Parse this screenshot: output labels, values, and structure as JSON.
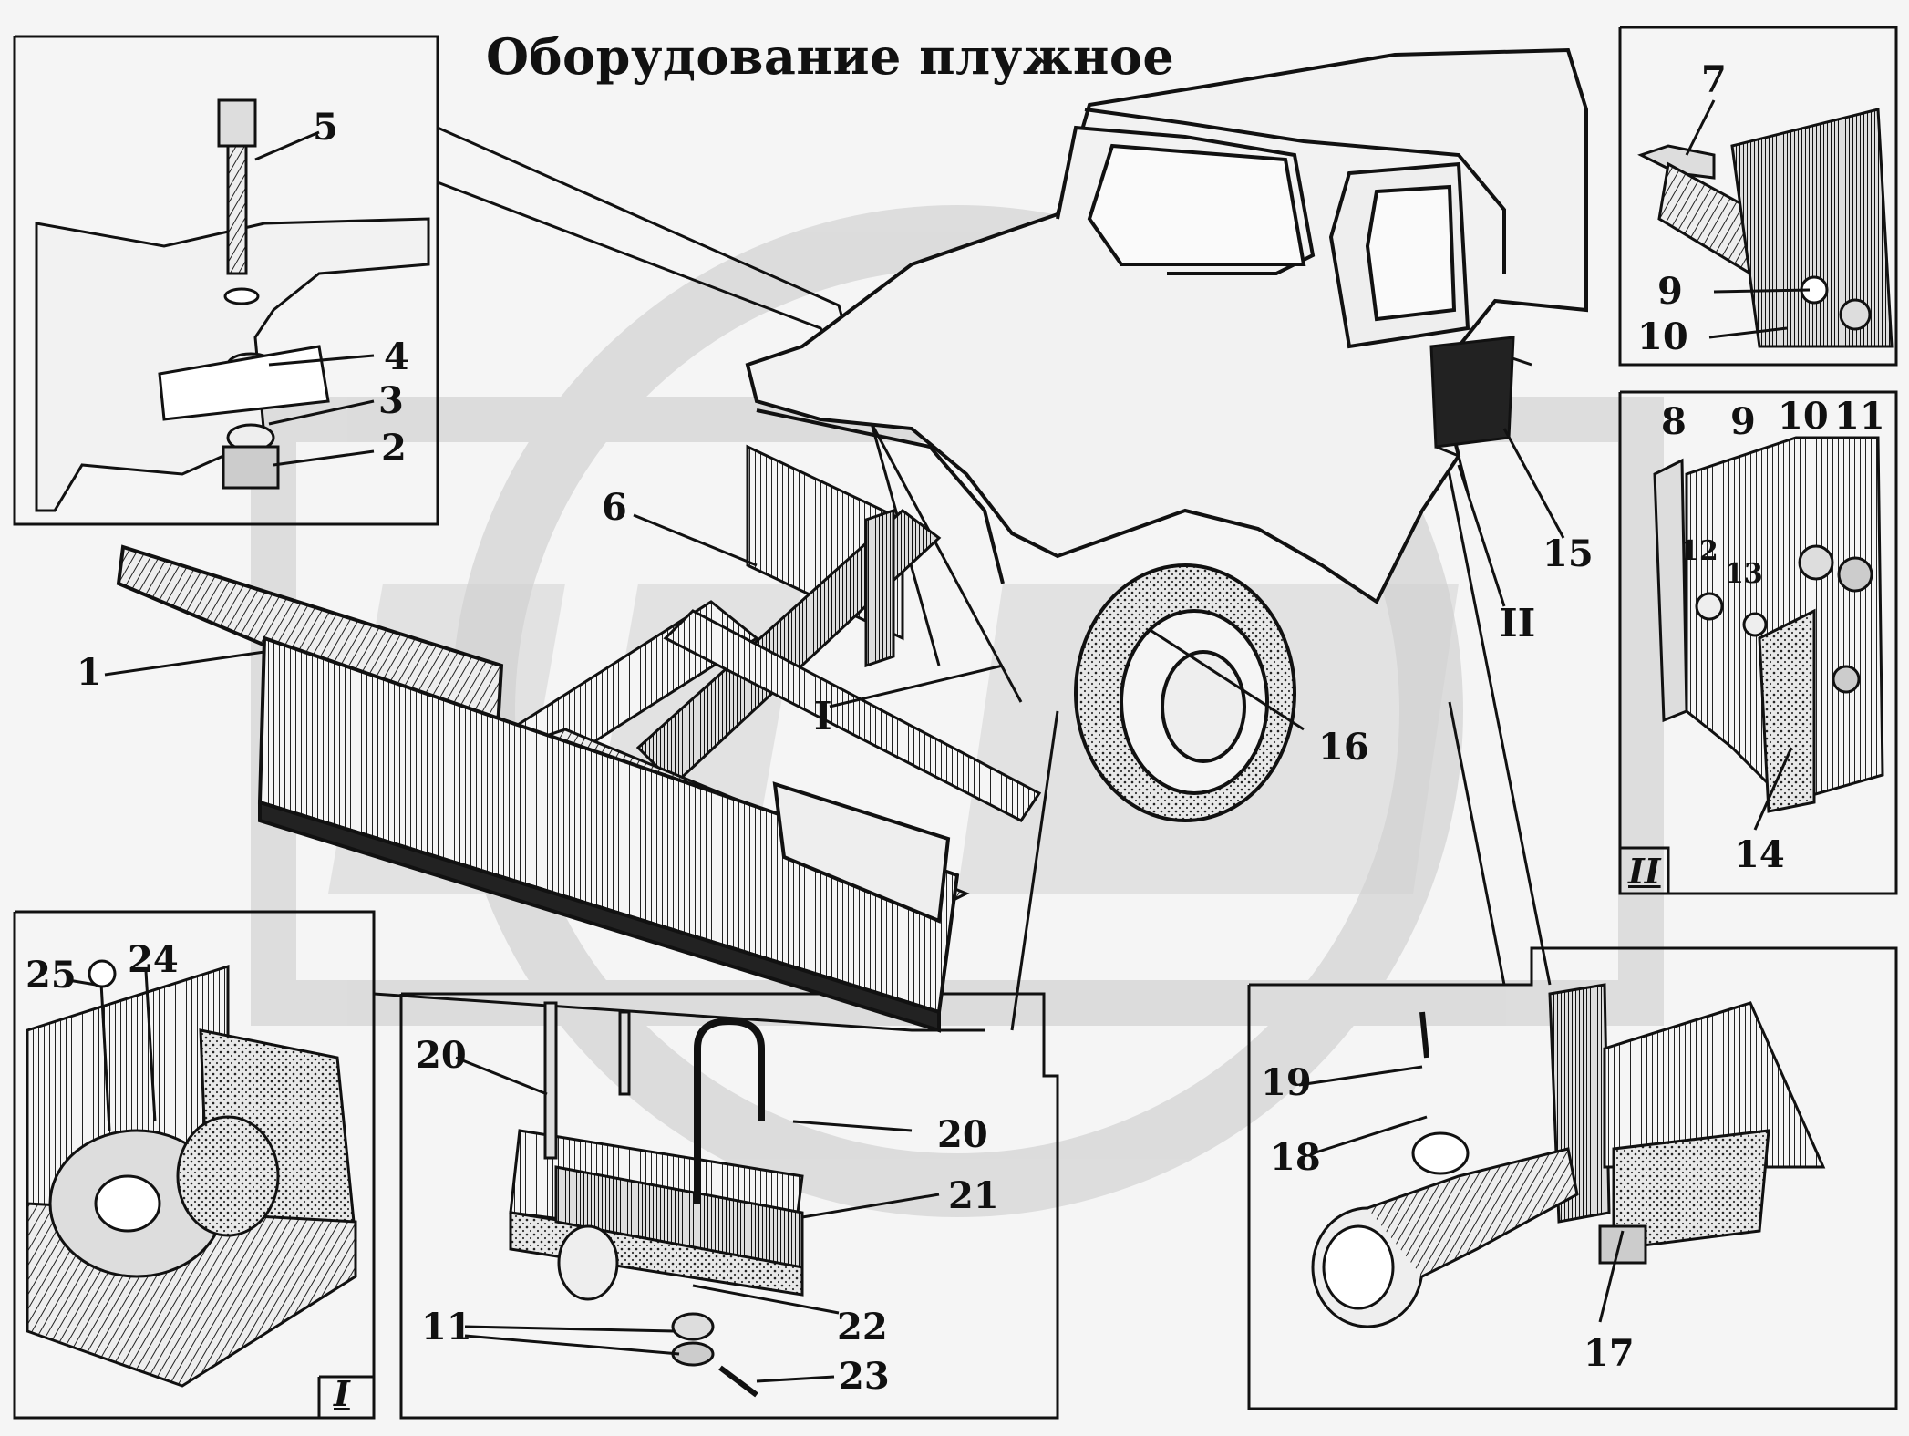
{
  "title": "Оборудование плужное",
  "colors": {
    "ink": "#111111",
    "paper": "#f5f5f5",
    "watermark": "#cfcfcf"
  },
  "callouts": {
    "c1": "1",
    "c2": "2",
    "c3": "3",
    "c4": "4",
    "c5": "5",
    "c6": "6",
    "c7": "7",
    "c8": "8",
    "c9a": "9",
    "c9b": "9",
    "c10a": "10",
    "c10b": "10",
    "c11a": "11",
    "c11b": "11",
    "c12": "12",
    "c13": "13",
    "c14": "14",
    "c15": "15",
    "c16": "16",
    "c17": "17",
    "c18": "18",
    "c19": "19",
    "c20a": "20",
    "c20b": "20",
    "c21": "21",
    "c22": "22",
    "c23": "23",
    "c24": "24",
    "c25": "25"
  },
  "views": {
    "view_I_main": "I",
    "view_II_main": "II",
    "view_I_inset": "I",
    "view_II_inset": "II"
  }
}
